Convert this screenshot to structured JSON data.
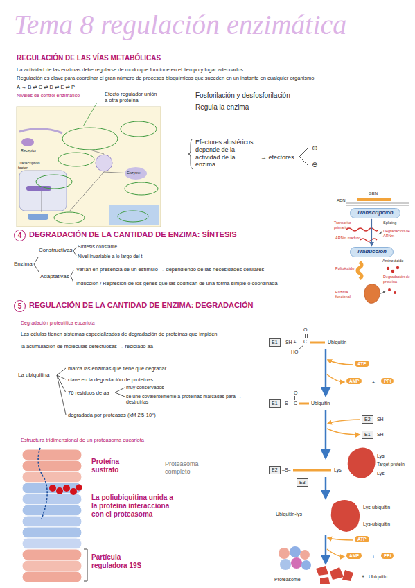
{
  "diagram": {
    "title": "Tema 8 regulación enzimática",
    "nodes": [
      {
        "text": [
          "Transcripción"
        ]
      },
      {
        "text": [
          "Traducción"
        ]
      },
      {
        "text": [
          "4"
        ]
      },
      {
        "text": [
          "5"
        ]
      },
      {
        "text": [
          "E1"
        ]
      },
      {
        "text": [
          "ATP"
        ]
      },
      {
        "text": [
          "AMP"
        ]
      },
      {
        "text": [
          "PPi"
        ]
      },
      {
        "text": [
          "E1"
        ]
      },
      {
        "text": [
          "E2"
        ]
      },
      {
        "text": [
          "E1"
        ]
      },
      {
        "text": [
          "E2"
        ]
      },
      {
        "text": [
          "E3"
        ]
      },
      {
        "text": [
          "ATP"
        ]
      },
      {
        "text": [
          "AMP"
        ]
      },
      {
        "text": [
          "PPi"
        ]
      }
    ],
    "edges": [
      {
        "from": 0,
        "to": 1,
        "arrow": "to"
      }
    ],
    "labels": [
      "REGULACIÓN DE LAS VÍAS METABÓLICAS",
      "La actividad de las enzimas debe regularse de modo que funcione en el tiempo y lugar adecuados",
      "Regulación es clave para coordinar el gran número de procesos bioquímicos que suceden en un instante en cualquier organismo",
      "A → B ⇌ C ⇌ D ⇌ E ⇌ P",
      "Niveles de control enzimático",
      "Efecto regulador unión a otra proteína",
      "Receptor",
      "Transcription factor",
      "Enzyme",
      "Fosforilación y desfosforilación",
      "Regula la enzima",
      "Efectores alostéricos depende de la actividad de la enzima",
      "→ efectores",
      "⊕",
      "⊖",
      "ADN",
      "GEN",
      "Transcrito primario",
      "Splicing",
      "Degradación de ARNm",
      "ARNm maduro",
      "Amino ácido",
      "Polipéptido",
      "Degradación de proteína",
      "Enzima funcional",
      "DEGRADACIÓN DE LA CANTIDAD DE ENZIMA: SÍNTESIS",
      "Enzima",
      "Constructivas",
      "Síntesis constante",
      "Nivel invariable a lo largo del t",
      "Adaptativas",
      "Varían en presencia de un estímulo → dependiendo de las necesidades celulares",
      "Inducción / Represión de los genes que las codifican de una forma simple o coordinada",
      "REGULACIÓN DE LA CANTIDAD DE ENZIMA: DEGRADACIÓN",
      "Degradación proteolítica eucariota",
      "Las células tienen sistemas especializados de degradación de proteínas que impiden",
      "la acumulación de moléculas defectuosas → reciclado aa",
      "La ubiquitina",
      "marca las enzimas que tiene que degradar",
      "clave en la degradación de proteínas",
      "76 residuos de aa",
      "muy conservados",
      "se une covalentemente a proteínas marcadas para → destruirlas",
      "degradada por proteasas (kM 2'5·10⁴)",
      "Estructura tridimensional de un proteasoma eucariota",
      "Proteína sustrato",
      "La poliubiquitina unida a la proteína interacciona con el proteasoma",
      "Partícula reguladora 19S",
      "Proteasoma completo",
      "–SH +",
      "O",
      "C",
      "HO",
      "Ubiquitin",
      "–S–",
      "C",
      "O",
      "Ubiquitin",
      "–SH",
      "–SH",
      "–S–",
      "Lys",
      "Lys",
      "Target protein",
      "Lys",
      "Ubiquitin-lys",
      "Lys-ubiquitin",
      "Lys-ubiquitin",
      "+",
      "+",
      "Proteasome",
      "+",
      "Ubiquitin"
    ]
  }
}
